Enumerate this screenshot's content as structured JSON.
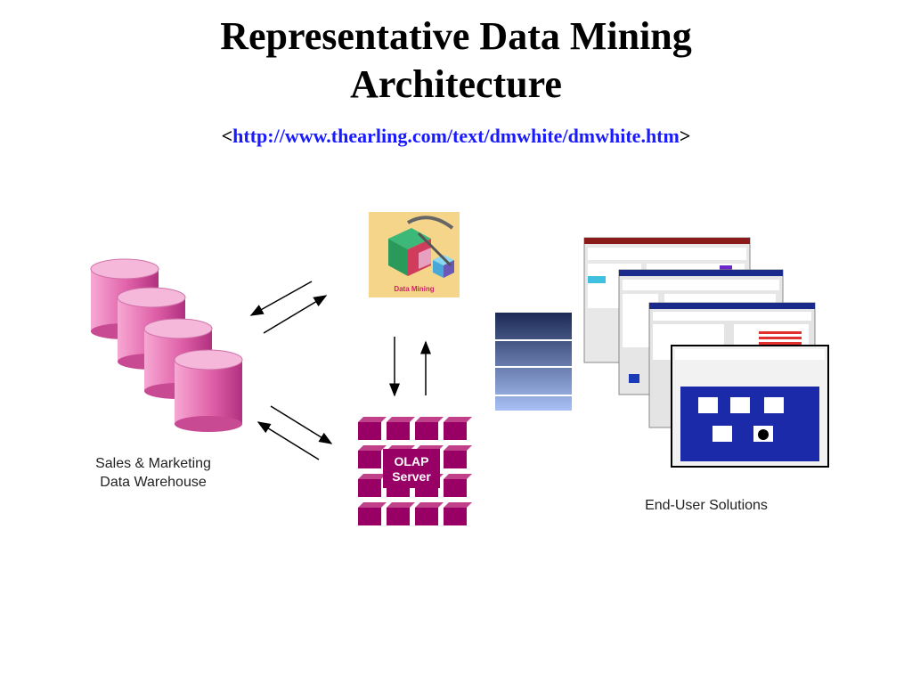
{
  "title_line1": "Representative Data Mining",
  "title_line2": "Architecture",
  "url_open": "<",
  "url_text": "http://www.thearling.com/text/dmwhite/dmwhite.htm",
  "url_close": ">",
  "warehouse_caption_line1": "Sales & Marketing",
  "warehouse_caption_line2": "Data Warehouse",
  "data_mining_label": "Data Mining",
  "olap_label_line1": "OLAP",
  "olap_label_line2": "Server",
  "end_user_caption": "End-User Solutions",
  "colors": {
    "cylinder": "#e060a8",
    "olap_cube": "#990066",
    "link": "#1a1aff",
    "gradient_top": "#1c2a55",
    "gradient_bottom": "#9fb8f0"
  }
}
